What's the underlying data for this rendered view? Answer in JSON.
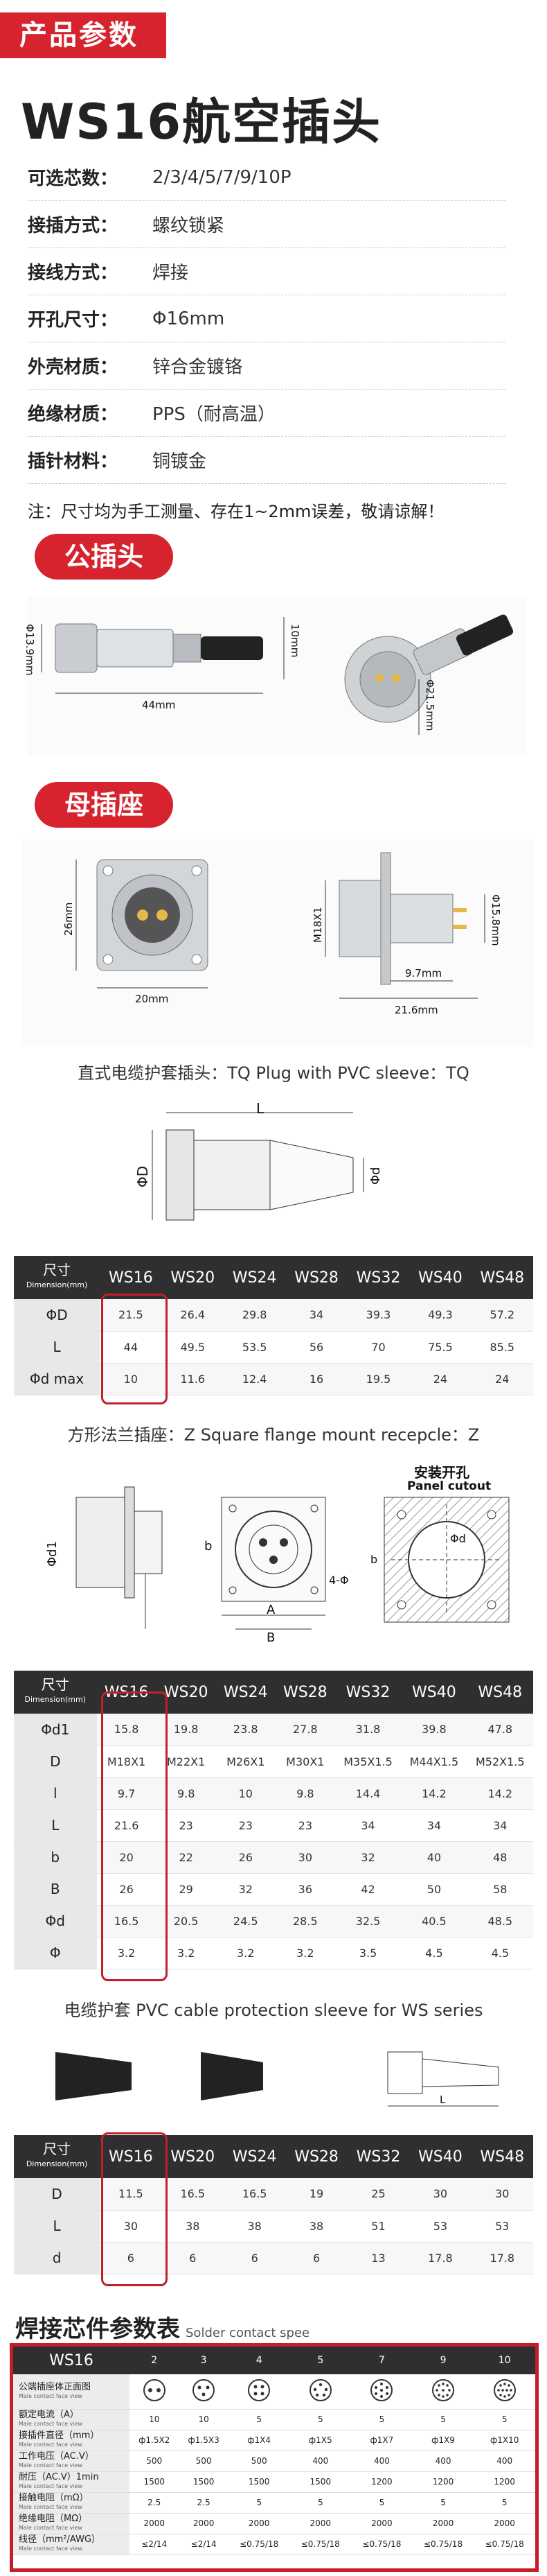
{
  "header": {
    "badge": "产品参数",
    "title": "WS16航空插头"
  },
  "specs": [
    {
      "key": "可选芯数：",
      "value": "2/3/4/5/7/9/10P"
    },
    {
      "key": "接插方式：",
      "value": "螺纹锁紧"
    },
    {
      "key": "接线方式：",
      "value": "焊接"
    },
    {
      "key": "开孔尺寸：",
      "value": "Φ16mm"
    },
    {
      "key": "外壳材质：",
      "value": "锌合金镀铬"
    },
    {
      "key": "绝缘材质：",
      "value": "PPS（耐高温）"
    },
    {
      "key": "插针材料：",
      "value": "铜镀金"
    }
  ],
  "note": "注：尺寸均为手工测量、存在1~2mm误差，敬请谅解！",
  "male": {
    "tag": "公插头",
    "dims": {
      "d1": "Φ13.9mm",
      "len": "44mm",
      "w": "10mm",
      "d2": "Φ21.5mm"
    }
  },
  "female": {
    "tag": "母插座",
    "dims": {
      "h": "26mm",
      "w": "20mm",
      "thread": "M18X1",
      "d": "Φ15.8mm",
      "a": "9.7mm",
      "b": "21.6mm"
    }
  },
  "tq": {
    "heading": "直式电缆护套插头：TQ Plug with PVC sleeve：TQ",
    "labels": {
      "L": "L",
      "D": "ΦD",
      "d": "Φd"
    },
    "header_label": "尺寸",
    "header_sub": "Dimension(mm)",
    "columns": [
      "WS16",
      "WS20",
      "WS24",
      "WS28",
      "WS32",
      "WS40",
      "WS48"
    ],
    "rows": [
      {
        "label": "ΦD",
        "values": [
          "21.5",
          "26.4",
          "29.8",
          "34",
          "39.3",
          "49.3",
          "57.2"
        ]
      },
      {
        "label": "L",
        "values": [
          "44",
          "49.5",
          "53.5",
          "56",
          "70",
          "75.5",
          "85.5"
        ]
      },
      {
        "label": "Φd max",
        "values": [
          "10",
          "11.6",
          "12.4",
          "16",
          "19.5",
          "24",
          "24"
        ]
      }
    ]
  },
  "z": {
    "heading": "方形法兰插座：Z Square flange mount recepcle：Z",
    "panel_cn": "安装开孔",
    "panel_en": "Panel cutout",
    "labels": {
      "d1": "Φd1",
      "A": "A",
      "B": "B",
      "b": "b",
      "d": "4-Φ",
      "bb": "b",
      "dd": "Φd"
    },
    "header_label": "尺寸",
    "header_sub": "Dimension(mm)",
    "columns": [
      "WS16",
      "WS20",
      "WS24",
      "WS28",
      "WS32",
      "WS40",
      "WS48"
    ],
    "rows": [
      {
        "label": "Φd1",
        "values": [
          "15.8",
          "19.8",
          "23.8",
          "27.8",
          "31.8",
          "39.8",
          "47.8"
        ]
      },
      {
        "label": "D",
        "values": [
          "M18X1",
          "M22X1",
          "M26X1",
          "M30X1",
          "M35X1.5",
          "M44X1.5",
          "M52X1.5"
        ]
      },
      {
        "label": "l",
        "values": [
          "9.7",
          "9.8",
          "10",
          "9.8",
          "14.4",
          "14.2",
          "14.2"
        ]
      },
      {
        "label": "L",
        "values": [
          "21.6",
          "23",
          "23",
          "23",
          "34",
          "34",
          "34"
        ]
      },
      {
        "label": "b",
        "values": [
          "20",
          "22",
          "26",
          "30",
          "32",
          "40",
          "48"
        ]
      },
      {
        "label": "B",
        "values": [
          "26",
          "29",
          "32",
          "36",
          "42",
          "50",
          "58"
        ]
      },
      {
        "label": "Φd",
        "values": [
          "16.5",
          "20.5",
          "24.5",
          "28.5",
          "32.5",
          "40.5",
          "48.5"
        ]
      },
      {
        "label": "Φ",
        "values": [
          "3.2",
          "3.2",
          "3.2",
          "3.2",
          "3.5",
          "4.5",
          "4.5"
        ]
      }
    ]
  },
  "sleeve": {
    "heading": "电缆护套 PVC cable protection sleeve for WS series",
    "labels": {
      "L": "L"
    },
    "header_label": "尺寸",
    "header_sub": "Dimension(mm)",
    "columns": [
      "WS16",
      "WS20",
      "WS24",
      "WS28",
      "WS32",
      "WS40",
      "WS48"
    ],
    "rows": [
      {
        "label": "D",
        "values": [
          "11.5",
          "16.5",
          "16.5",
          "19",
          "25",
          "30",
          "30"
        ]
      },
      {
        "label": "L",
        "values": [
          "30",
          "38",
          "38",
          "38",
          "51",
          "53",
          "53"
        ]
      },
      {
        "label": "d",
        "values": [
          "6",
          "6",
          "6",
          "6",
          "13",
          "17.8",
          "17.8"
        ]
      }
    ]
  },
  "solder": {
    "title": "焊接芯件参数表",
    "subtitle": "Solder contact spee",
    "model": "WS16",
    "columns": [
      "2",
      "3",
      "4",
      "5",
      "7",
      "9",
      "10"
    ],
    "face_label": "公端插座体正面图",
    "face_sub": "Male contact face view",
    "rows": [
      {
        "label": "额定电流（A）",
        "sub": "Male contact face view",
        "values": [
          "10",
          "10",
          "5",
          "5",
          "5",
          "5",
          "5"
        ]
      },
      {
        "label": "接插件直径（mm）",
        "sub": "Male contact face view",
        "values": [
          "ф1.5X2",
          "ф1.5X3",
          "ф1X4",
          "ф1X5",
          "ф1X7",
          "ф1X9",
          "ф1X10"
        ]
      },
      {
        "label": "工作电压（AC.V）",
        "sub": "Male contact face view",
        "values": [
          "500",
          "500",
          "500",
          "400",
          "400",
          "400",
          "400"
        ]
      },
      {
        "label": "耐压（AC.V）1min",
        "sub": "Male contact face view",
        "values": [
          "1500",
          "1500",
          "1500",
          "1500",
          "1200",
          "1200",
          "1200"
        ]
      },
      {
        "label": "接触电阻（mΩ）",
        "sub": "Male contact face view",
        "values": [
          "2.5",
          "2.5",
          "5",
          "5",
          "5",
          "5",
          "5"
        ]
      },
      {
        "label": "绝缘电阻（MΩ）",
        "sub": "Male contact face view",
        "values": [
          "2000",
          "2000",
          "2000",
          "2000",
          "2000",
          "2000",
          "2000"
        ]
      },
      {
        "label": "线径（mm²/AWG）",
        "sub": "Male contact face view",
        "values": [
          "≤2/14",
          "≤2/14",
          "≤0.75/18",
          "≤0.75/18",
          "≤0.75/18",
          "≤0.75/18",
          "≤0.75/18"
        ]
      }
    ]
  }
}
